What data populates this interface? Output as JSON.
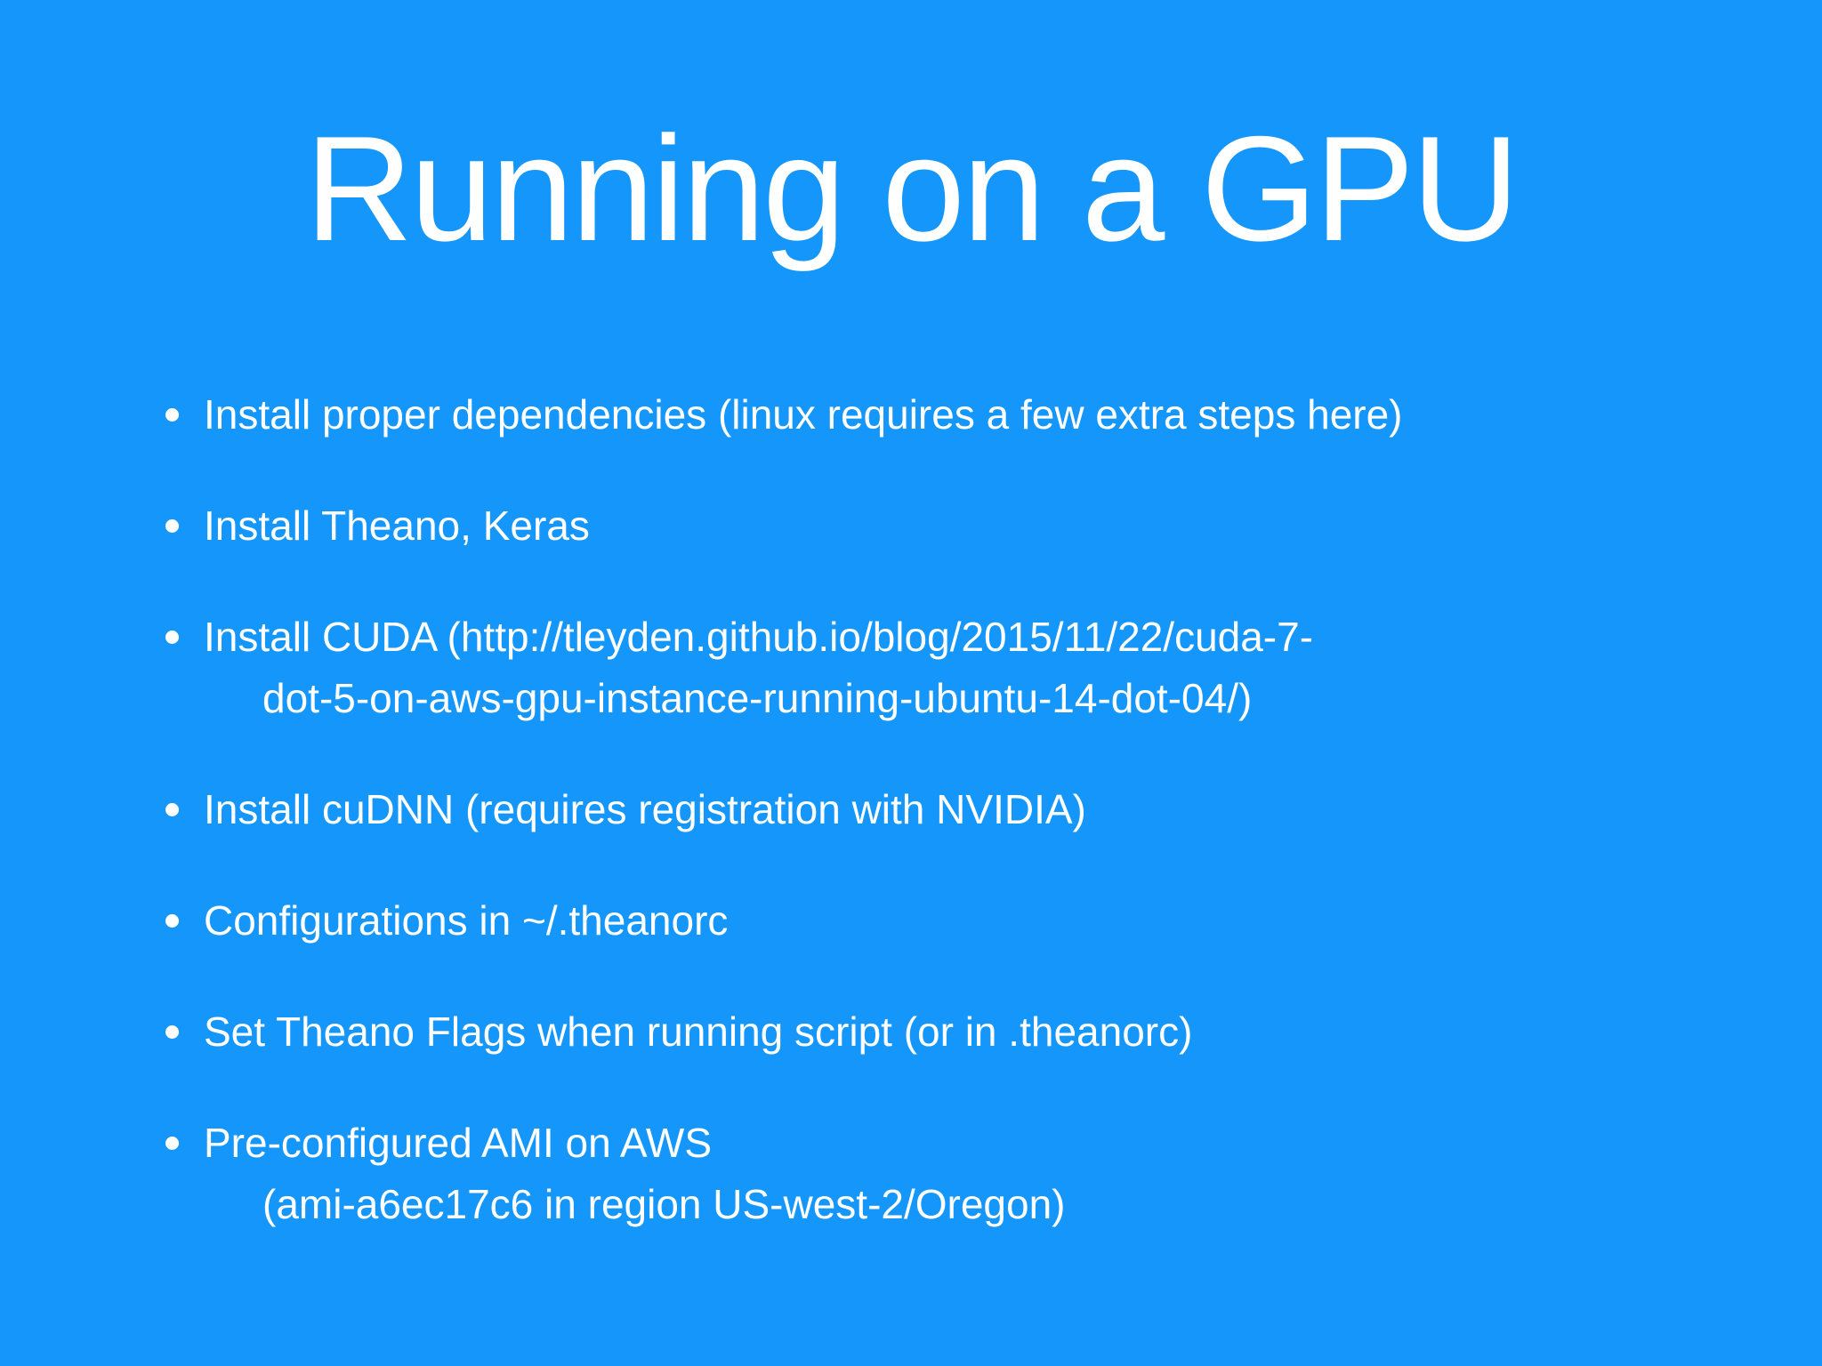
{
  "slide": {
    "title": "Running on a GPU",
    "colors": {
      "background": "#1496FB",
      "text": "#FFFFFF",
      "bullet_dot": "#FFFFFF"
    },
    "bullets": [
      {
        "lines": [
          "Install proper dependencies (linux requires a few extra steps here)"
        ]
      },
      {
        "lines": [
          "Install Theano, Keras"
        ]
      },
      {
        "lines": [
          "Install CUDA (http://tleyden.github.io/blog/2015/11/22/cuda-7-",
          "dot-5-on-aws-gpu-instance-running-ubuntu-14-dot-04/)"
        ]
      },
      {
        "lines": [
          "Install cuDNN (requires registration with NVIDIA)"
        ]
      },
      {
        "lines": [
          "Configurations in ~/.theanorc"
        ]
      },
      {
        "lines": [
          "Set Theano Flags when running script (or in .theanorc)"
        ]
      },
      {
        "lines": [
          "Pre-configured AMI on AWS",
          "(ami-a6ec17c6 in region US-west-2/Oregon)"
        ]
      }
    ]
  }
}
